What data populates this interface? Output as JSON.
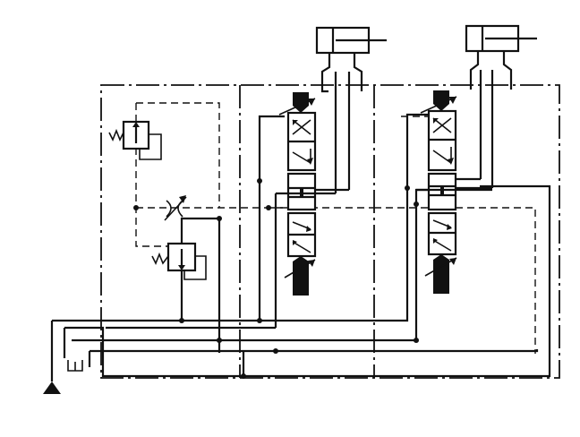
{
  "diagram": {
    "type": "hydraulic-schematic",
    "components": [
      {
        "id": "cylinder-1",
        "kind": "double-acting-cylinder"
      },
      {
        "id": "cylinder-2",
        "kind": "double-acting-cylinder"
      },
      {
        "id": "valve-1",
        "kind": "directional-control-valve-stack"
      },
      {
        "id": "valve-2",
        "kind": "directional-control-valve-stack"
      },
      {
        "id": "relief-valve-upper",
        "kind": "pressure-relief-valve"
      },
      {
        "id": "relief-valve-lower",
        "kind": "pressure-relief-valve"
      },
      {
        "id": "throttle",
        "kind": "adjustable-throttle"
      },
      {
        "id": "pump",
        "kind": "pump-symbol"
      },
      {
        "id": "tank",
        "kind": "tank-symbol"
      }
    ],
    "colors": {
      "ink": "#111111",
      "background": "#ffffff"
    }
  }
}
